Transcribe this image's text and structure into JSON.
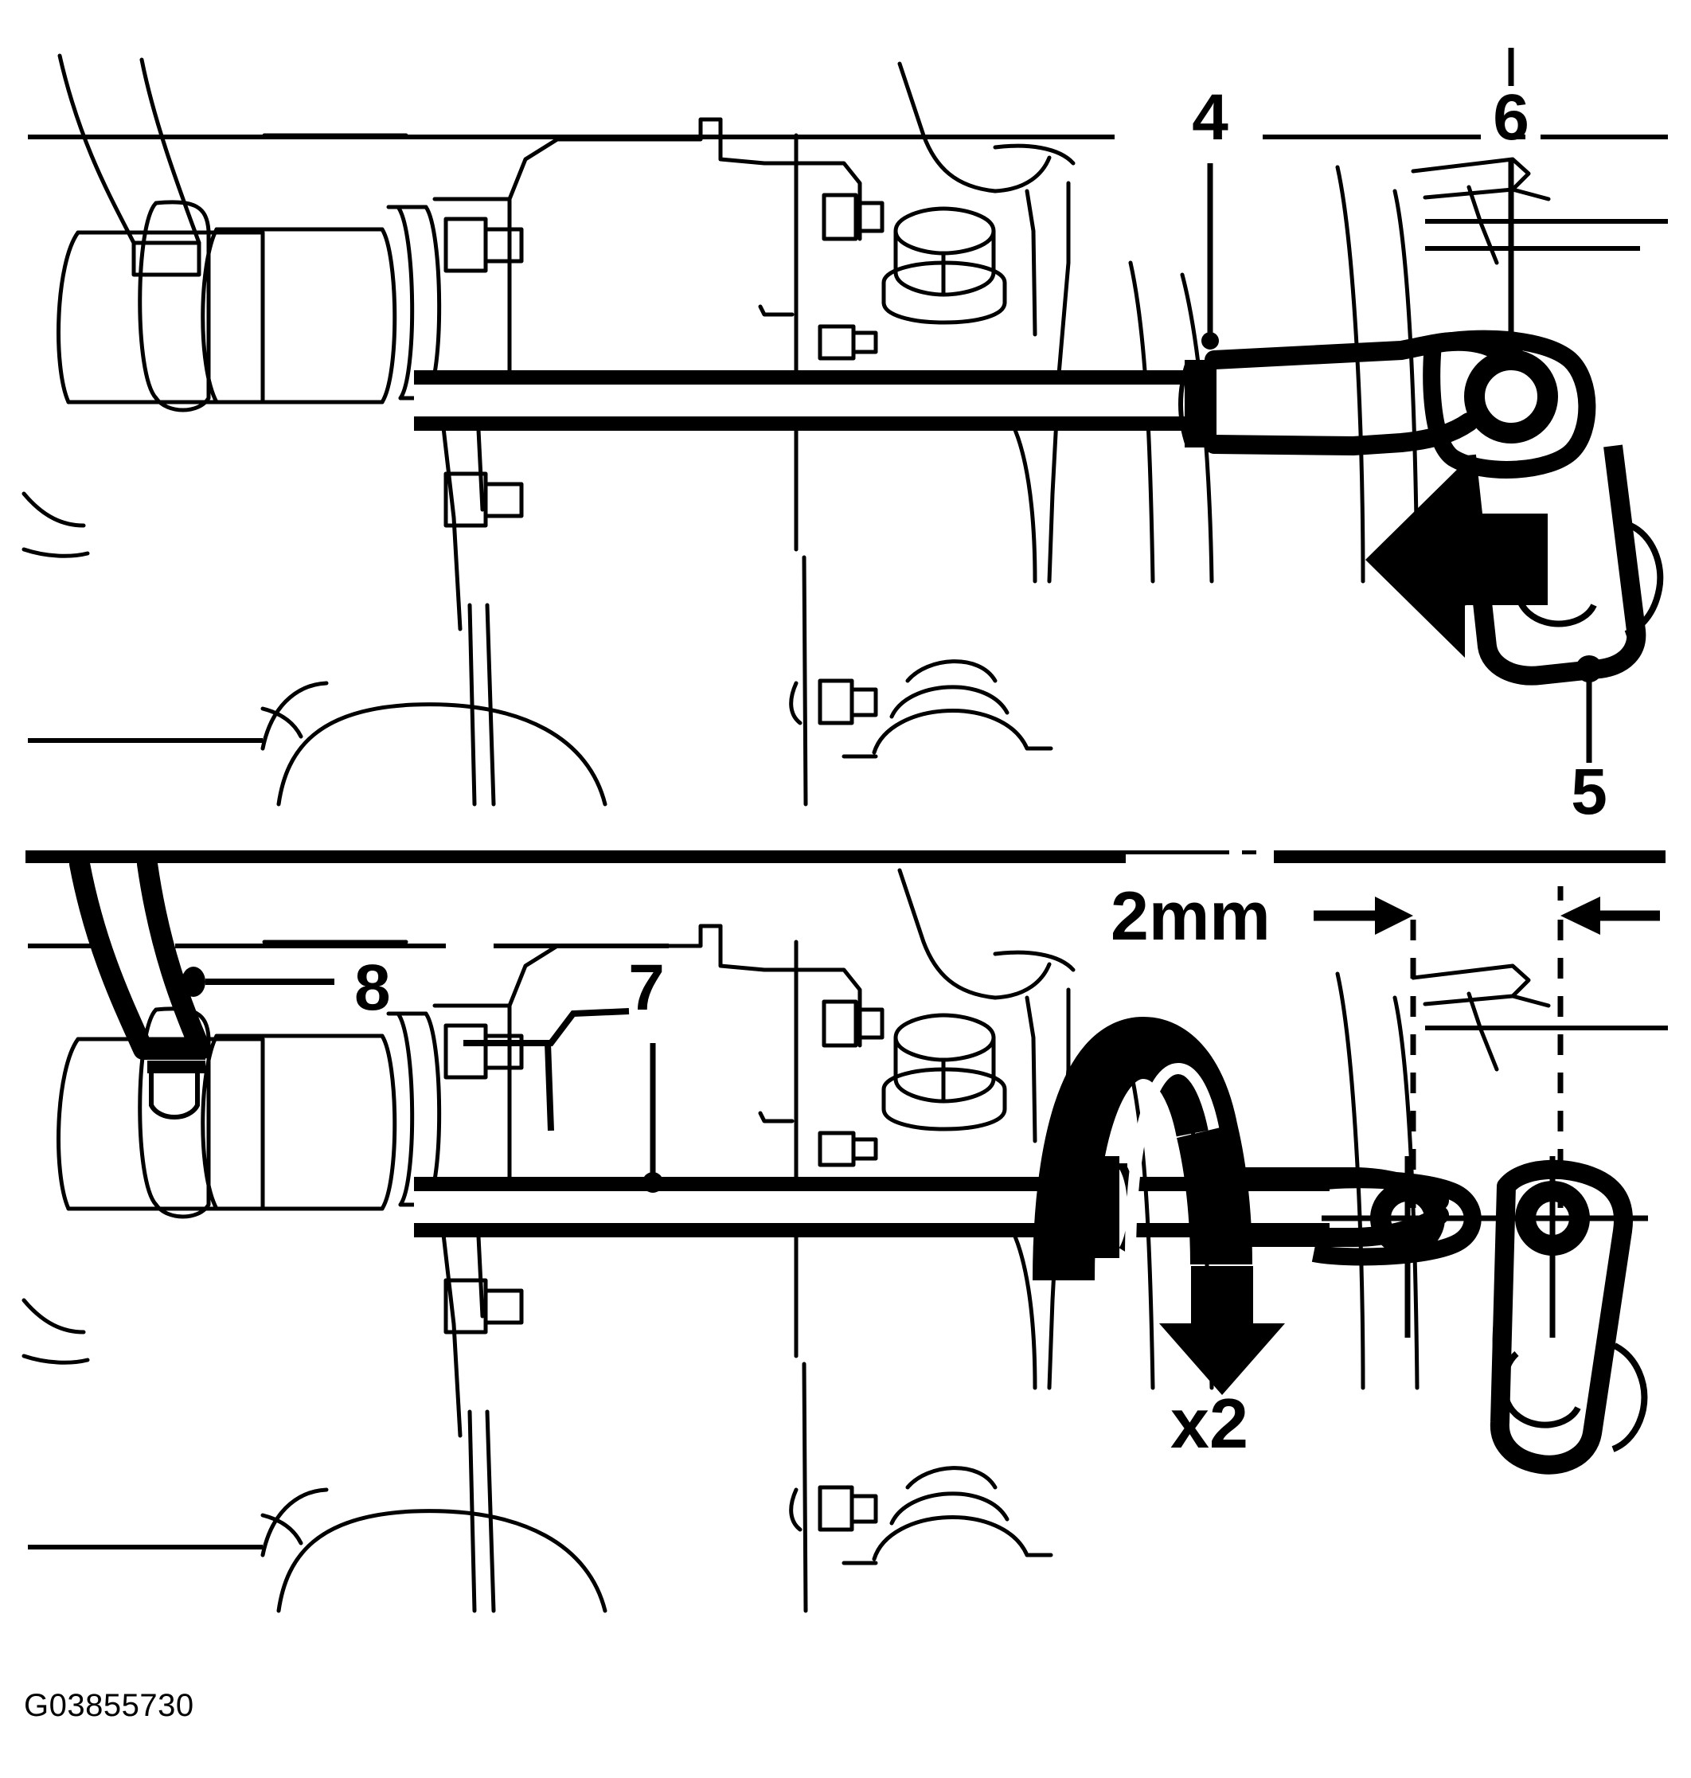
{
  "figure": {
    "id_caption": "G03855730",
    "type": "technical-service-illustration",
    "description": "Two-panel automotive service diagram showing turbocharger wastegate actuator rod adjustment",
    "panel_count": 2,
    "divider": "thick-horizontal-rule"
  },
  "colors": {
    "ink": "#000000",
    "paper": "#ffffff"
  },
  "panels": [
    {
      "name": "upper-panel",
      "callouts": [
        {
          "id": "4",
          "label": "4",
          "leader": "vertical-line-down-to-rod",
          "target": "actuator-rod"
        },
        {
          "id": "6",
          "label": "6",
          "leader": "vertical-line-down-to-pivot",
          "target": "rod-end-pivot-pin"
        },
        {
          "id": "5",
          "label": "5",
          "leader": "vertical-line-up-to-lever",
          "target": "wastegate-lever"
        }
      ],
      "annotations": [
        {
          "type": "block-arrow",
          "direction": "left",
          "meaning": "push-lever-left"
        }
      ]
    },
    {
      "name": "lower-panel",
      "callouts": [
        {
          "id": "8",
          "label": "8",
          "leader": "horizontal-line-left-to-hose",
          "target": "vacuum-hose"
        },
        {
          "id": "7",
          "label": "7",
          "leader": "bent-line-down-left-to-rod",
          "target": "adjustment-rod-locknut"
        }
      ],
      "annotations": [
        {
          "type": "dimension",
          "label": "2mm",
          "style": "double-arrow-between-dashed-centerlines",
          "meaning": "offset-gap"
        },
        {
          "type": "rotation-arrow",
          "label": "x2",
          "direction": "clockwise-down",
          "meaning": "turn-two-full-revolutions"
        }
      ]
    }
  ],
  "text_items": {
    "label_4": "4",
    "label_5": "5",
    "label_6": "6",
    "label_7": "7",
    "label_8": "8",
    "dim_2mm": "2mm",
    "turns_x2": "x2",
    "caption_id": "G03855730"
  }
}
